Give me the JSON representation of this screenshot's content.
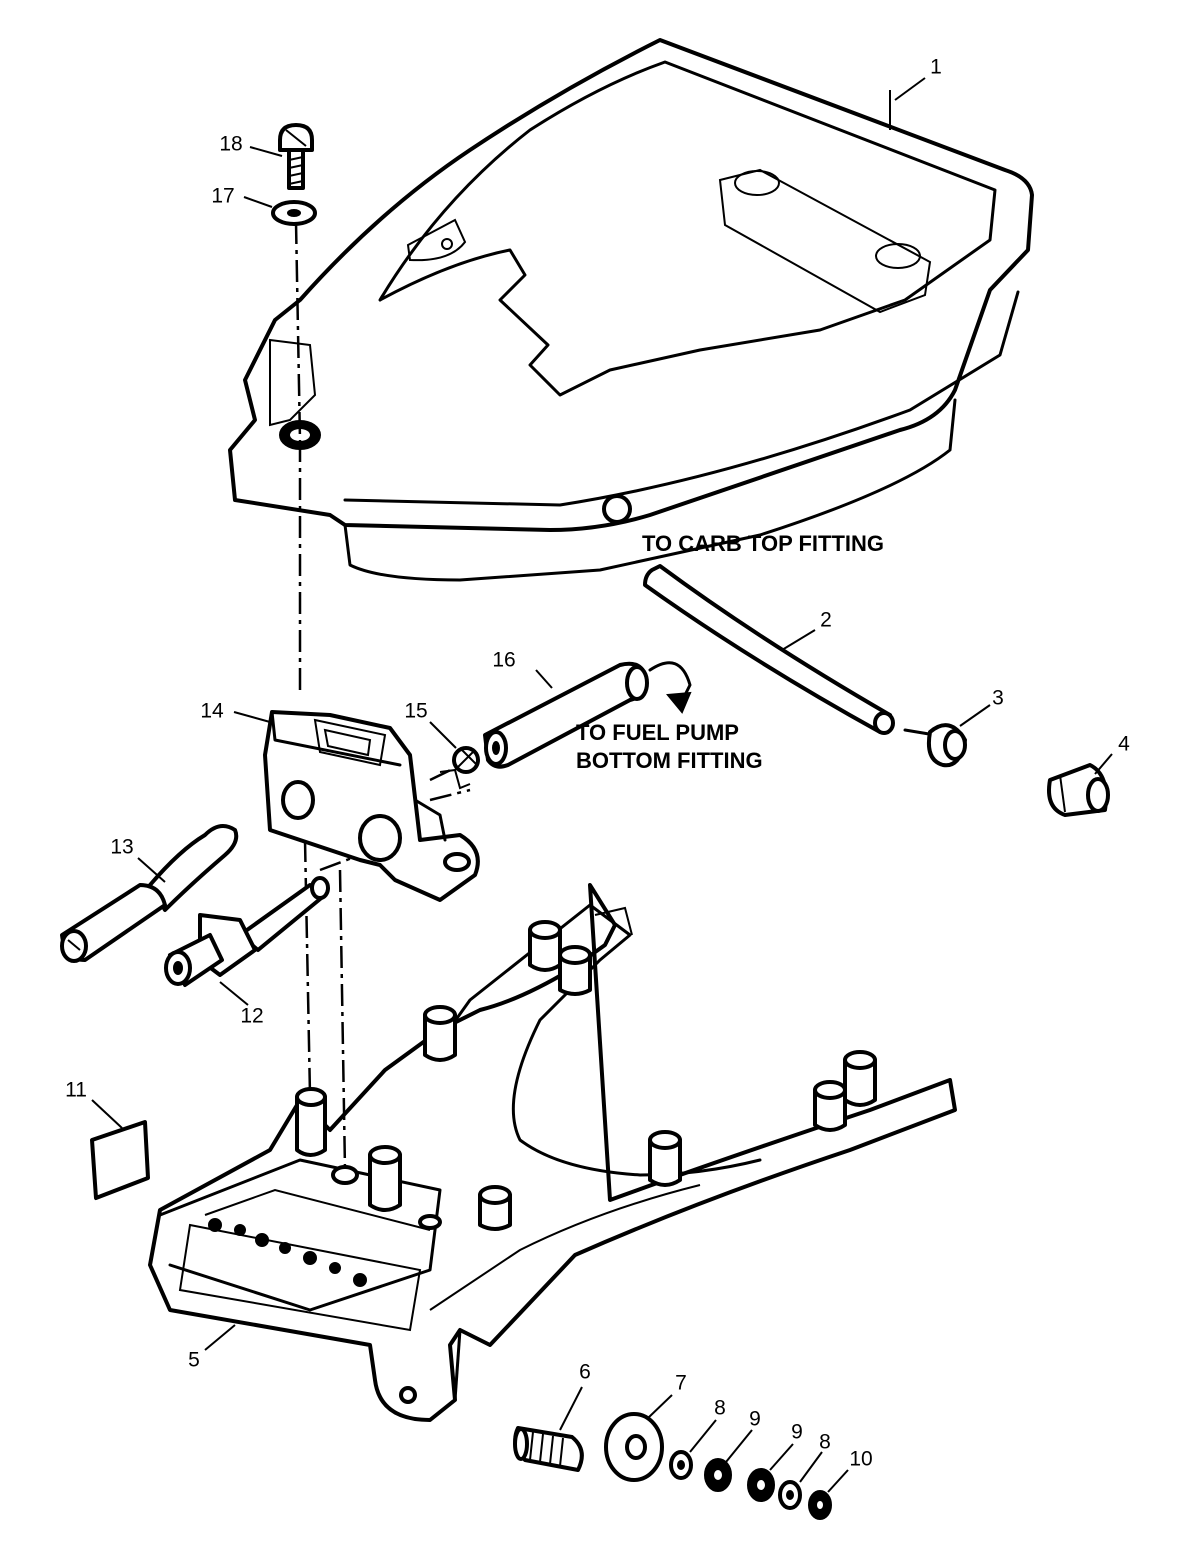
{
  "callouts": [
    {
      "id": "c1",
      "text": "1"
    },
    {
      "id": "c2",
      "text": "2"
    },
    {
      "id": "c3",
      "text": "3"
    },
    {
      "id": "c4",
      "text": "4"
    },
    {
      "id": "c5",
      "text": "5"
    },
    {
      "id": "c6",
      "text": "6"
    },
    {
      "id": "c7",
      "text": "7"
    },
    {
      "id": "c8a",
      "text": "8"
    },
    {
      "id": "c9a",
      "text": "9"
    },
    {
      "id": "c9b",
      "text": "9"
    },
    {
      "id": "c8b",
      "text": "8"
    },
    {
      "id": "c10",
      "text": "10"
    },
    {
      "id": "c11",
      "text": "11"
    },
    {
      "id": "c12",
      "text": "12"
    },
    {
      "id": "c13",
      "text": "13"
    },
    {
      "id": "c14",
      "text": "14"
    },
    {
      "id": "c15",
      "text": "15"
    },
    {
      "id": "c16",
      "text": "16"
    },
    {
      "id": "c17",
      "text": "17"
    },
    {
      "id": "c18",
      "text": "18"
    }
  ],
  "notes": {
    "carb": "TO CARB TOP FITTING",
    "pump_line1": "TO FUEL PUMP",
    "pump_line2": "BOTTOM FITTING"
  }
}
